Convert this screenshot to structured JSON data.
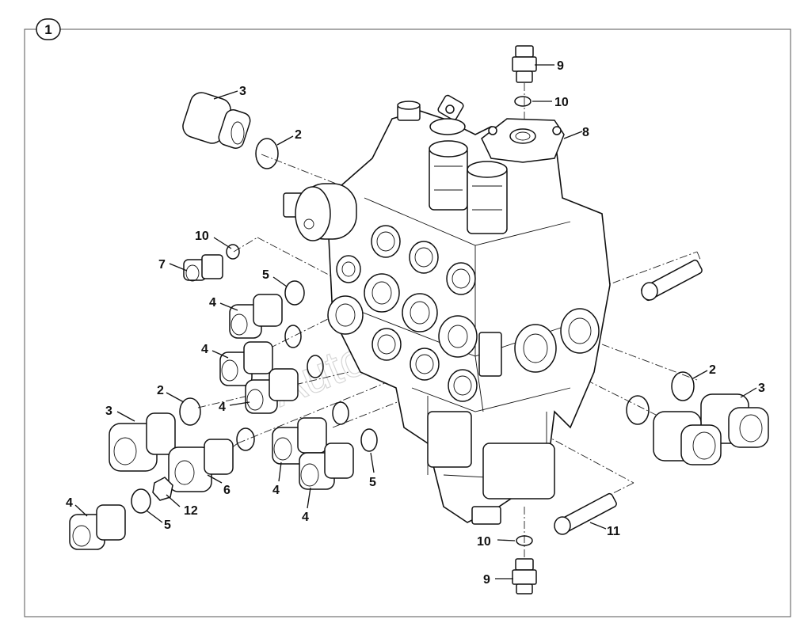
{
  "figure_number": "1",
  "watermark": "AutoSoft",
  "callouts": [
    {
      "id": "c3a",
      "text": "3"
    },
    {
      "id": "c2a",
      "text": "2"
    },
    {
      "id": "c9a",
      "text": "9"
    },
    {
      "id": "c10a",
      "text": "10"
    },
    {
      "id": "c8",
      "text": "8"
    },
    {
      "id": "c10b",
      "text": "10"
    },
    {
      "id": "c7",
      "text": "7"
    },
    {
      "id": "c5a",
      "text": "5"
    },
    {
      "id": "c4a",
      "text": "4"
    },
    {
      "id": "c4b",
      "text": "4"
    },
    {
      "id": "c2b",
      "text": "2"
    },
    {
      "id": "c3b",
      "text": "3"
    },
    {
      "id": "c4c",
      "text": "4"
    },
    {
      "id": "c6",
      "text": "6"
    },
    {
      "id": "c12",
      "text": "12"
    },
    {
      "id": "c5b",
      "text": "5"
    },
    {
      "id": "c4d",
      "text": "4"
    },
    {
      "id": "c4e",
      "text": "4"
    },
    {
      "id": "c4f",
      "text": "4"
    },
    {
      "id": "c5c",
      "text": "5"
    },
    {
      "id": "c2c",
      "text": "2"
    },
    {
      "id": "c3c",
      "text": "3"
    },
    {
      "id": "c11",
      "text": "11"
    },
    {
      "id": "c10c",
      "text": "10"
    },
    {
      "id": "c9b",
      "text": "9"
    }
  ]
}
